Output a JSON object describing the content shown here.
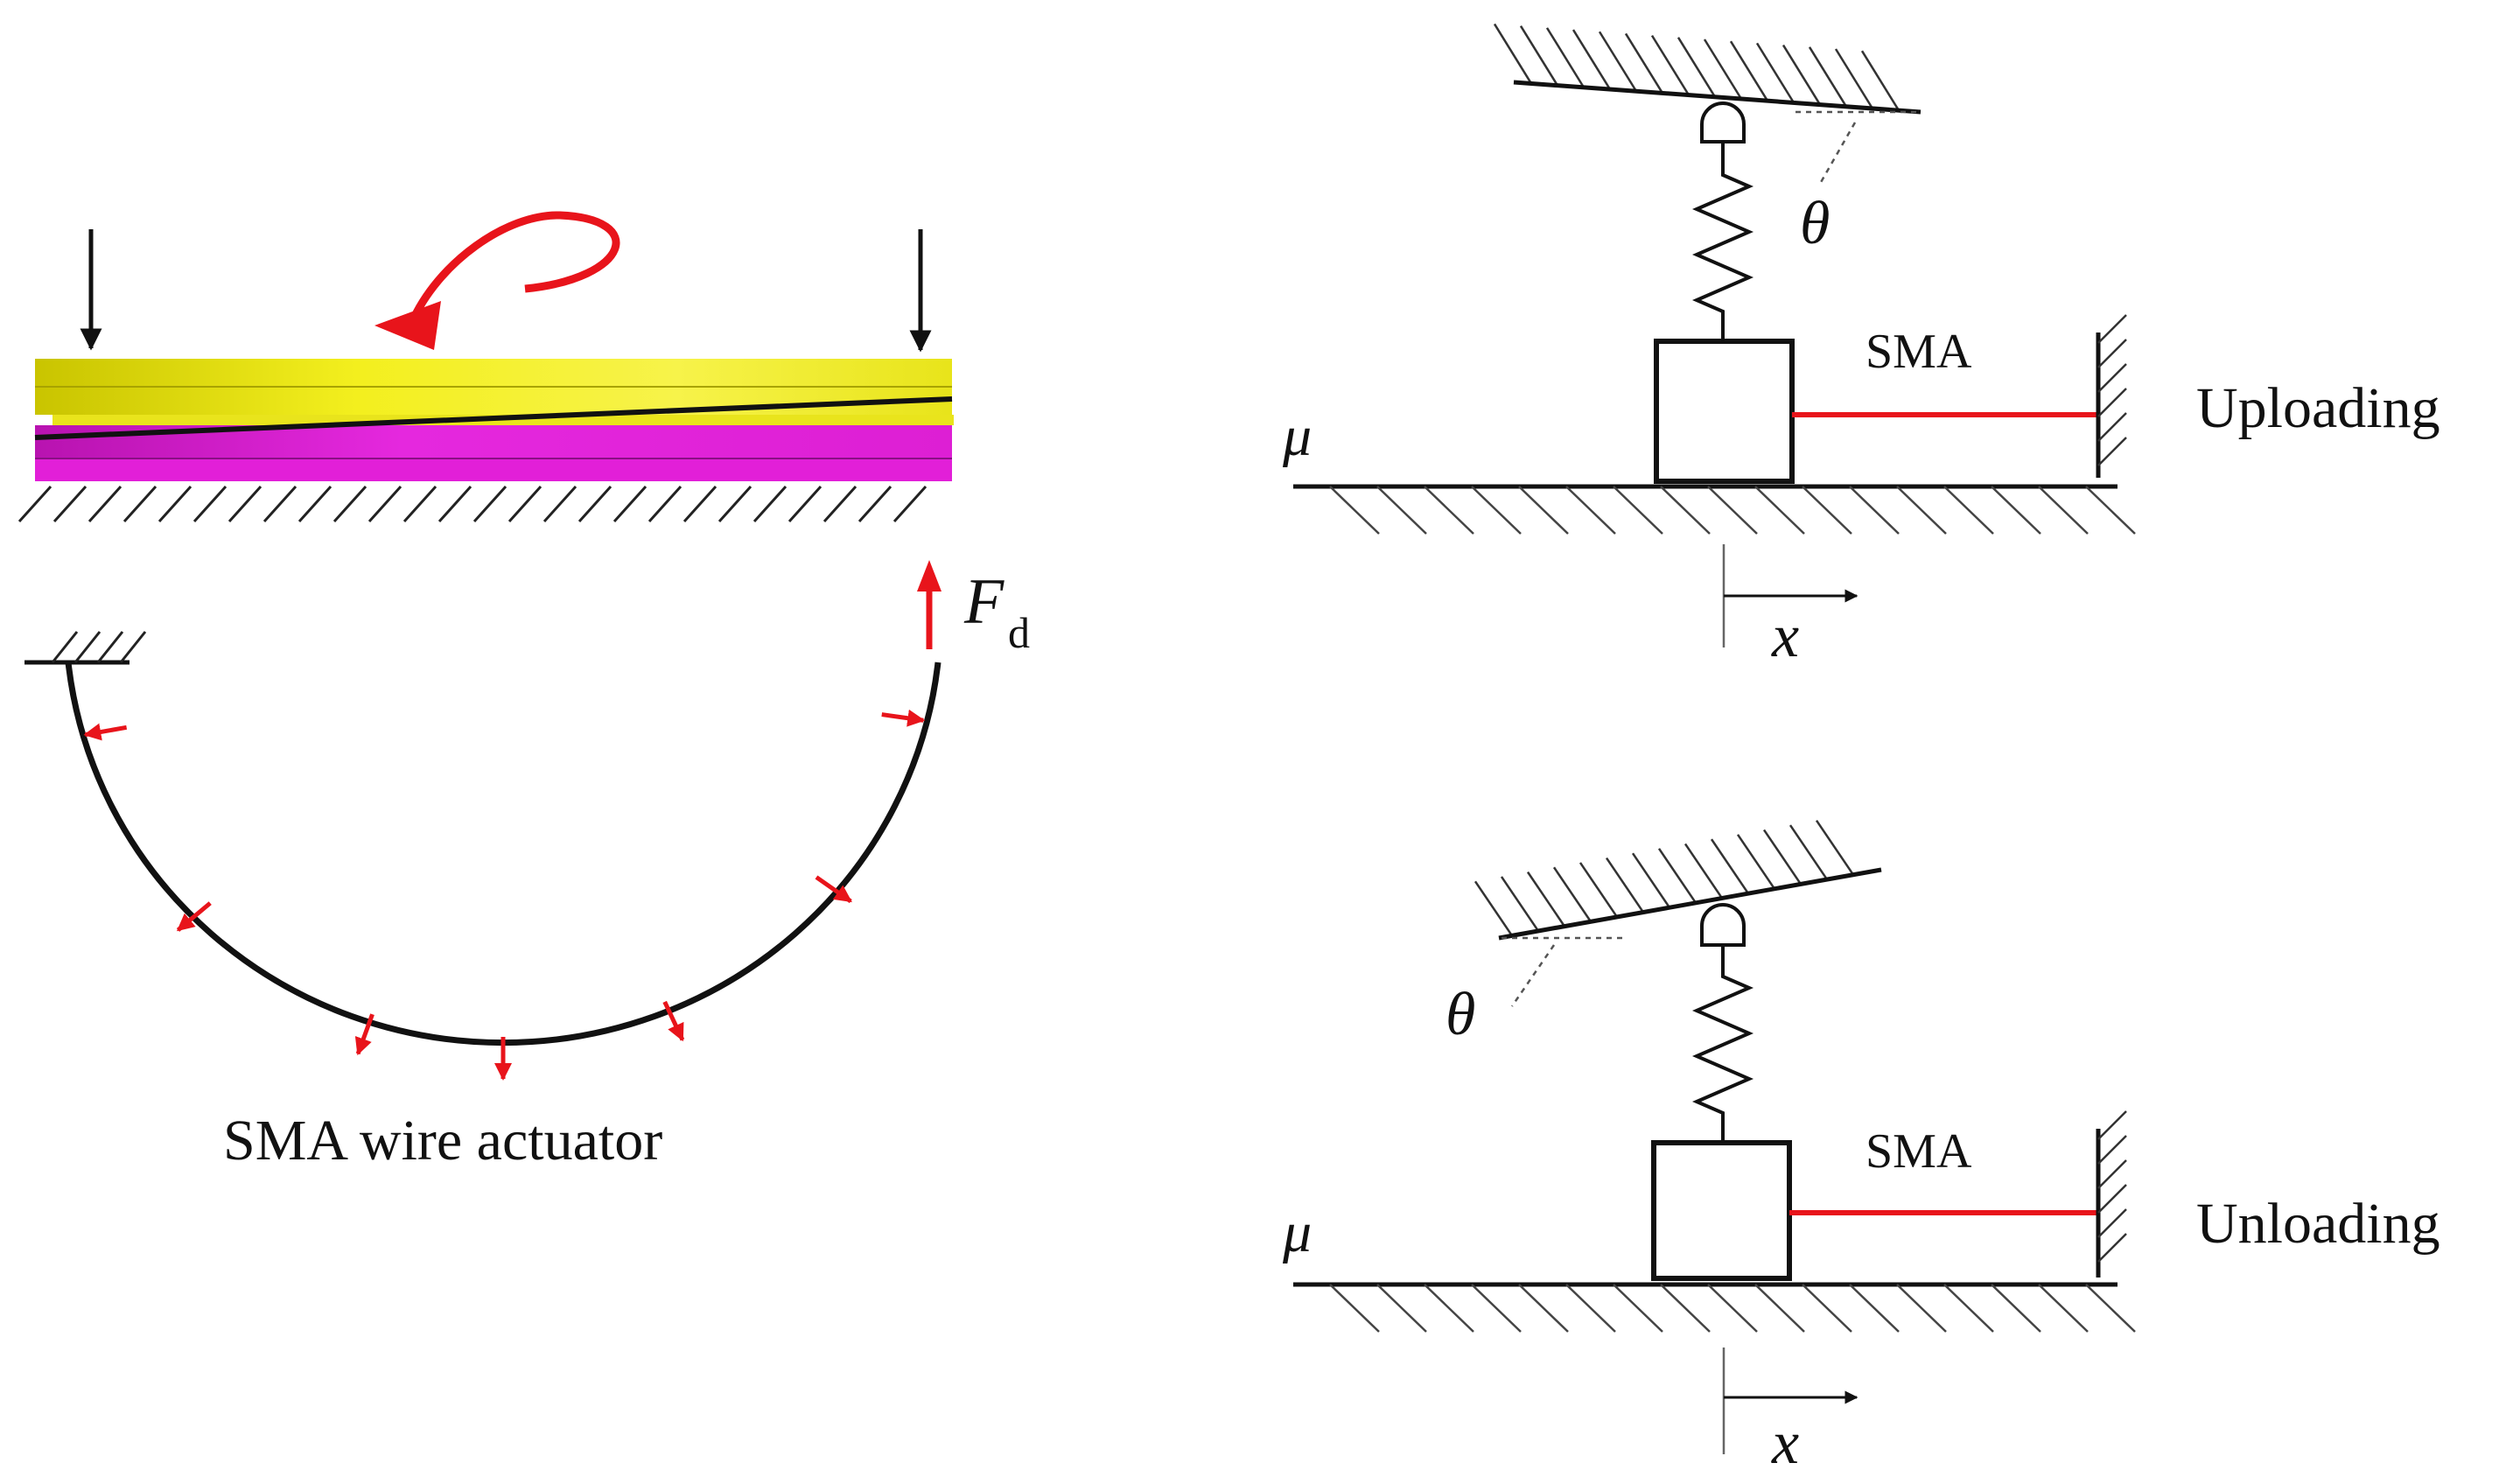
{
  "left_panel": {
    "caption": "SMA wire actuator",
    "force_symbol": "F",
    "force_subscript": "d"
  },
  "upper_model": {
    "wire_label": "SMA",
    "state_label": "Uploading",
    "friction_symbol": "μ",
    "angle_symbol": "θ",
    "displacement_symbol": "x"
  },
  "lower_model": {
    "wire_label": "SMA",
    "state_label": "Unloading",
    "friction_symbol": "μ",
    "angle_symbol": "θ",
    "displacement_symbol": "x"
  },
  "colors": {
    "ink": "#111111",
    "sma_red": "#e8141b",
    "top_plate_yellow": "#f0ec1a",
    "bottom_plate_magenta": "#e21fd8",
    "dashed_guide": "#555555"
  }
}
